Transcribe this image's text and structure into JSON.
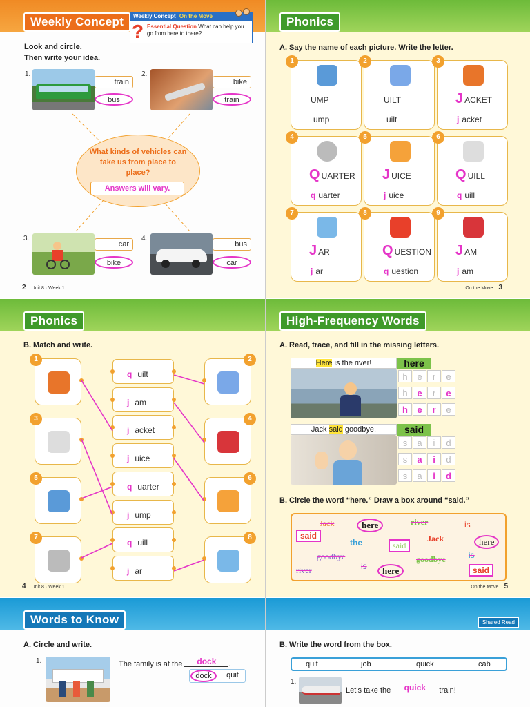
{
  "weekly": {
    "title": "Weekly Concept",
    "badge_label": "Weekly Concept",
    "badge_topic": "On the Move",
    "eq_label": "Essential Question",
    "eq_text": "What can help you go from here to there?",
    "instr1": "Look and circle.",
    "instr2": "Then write your idea.",
    "items": [
      {
        "num": "1.",
        "opt1": "train",
        "opt2": "bus"
      },
      {
        "num": "2.",
        "opt1": "bike",
        "opt2": "train"
      },
      {
        "num": "3.",
        "opt1": "car",
        "opt2": "bike"
      },
      {
        "num": "4.",
        "opt1": "bus",
        "opt2": "car"
      }
    ],
    "question": "What kinds of vehicles can take us from place to place?",
    "answer": "Answers will vary.",
    "footer_num": "2",
    "footer_text": "Unit 8 · Week 1"
  },
  "phonics1": {
    "title": "Phonics",
    "instr": "A. Say the name of each picture. Write the letter.",
    "cards": [
      {
        "n": "1",
        "big_letter": "",
        "big_rest": "UMP",
        "small_letter": "",
        "small_rest": "ump"
      },
      {
        "n": "2",
        "big_letter": "",
        "big_rest": "UILT",
        "small_letter": "",
        "small_rest": "uilt"
      },
      {
        "n": "3",
        "big_letter": "J",
        "big_rest": "ACKET",
        "small_letter": "j",
        "small_rest": "acket"
      },
      {
        "n": "4",
        "big_letter": "Q",
        "big_rest": "UARTER",
        "small_letter": "q",
        "small_rest": "uarter"
      },
      {
        "n": "5",
        "big_letter": "J",
        "big_rest": "UICE",
        "small_letter": "j",
        "small_rest": "uice"
      },
      {
        "n": "6",
        "big_letter": "Q",
        "big_rest": "UILL",
        "small_letter": "q",
        "small_rest": "uill"
      },
      {
        "n": "7",
        "big_letter": "J",
        "big_rest": "AR",
        "small_letter": "j",
        "small_rest": "ar"
      },
      {
        "n": "8",
        "big_letter": "Q",
        "big_rest": "UESTION",
        "small_letter": "q",
        "small_rest": "uestion"
      },
      {
        "n": "9",
        "big_letter": "J",
        "big_rest": "AM",
        "small_letter": "j",
        "small_rest": "am"
      }
    ],
    "footer_text": "On the Move",
    "footer_num": "3"
  },
  "phonics2": {
    "title": "Phonics",
    "instr": "B. Match and write.",
    "left_nums": [
      "1",
      "3",
      "5",
      "7"
    ],
    "right_nums": [
      "2",
      "4",
      "6",
      "8"
    ],
    "words": [
      {
        "l": "q",
        "rest": "uilt"
      },
      {
        "l": "j",
        "rest": "am"
      },
      {
        "l": "j",
        "rest": "acket"
      },
      {
        "l": "j",
        "rest": "uice"
      },
      {
        "l": "q",
        "rest": "uarter"
      },
      {
        "l": "j",
        "rest": "ump"
      },
      {
        "l": "q",
        "rest": "uill"
      },
      {
        "l": "j",
        "rest": "ar"
      }
    ],
    "footer_num": "4",
    "footer_text": "Unit 8 · Week 1"
  },
  "hf": {
    "title": "High-Frequency Words",
    "instrA": "A. Read, trace, and fill in the missing letters.",
    "s1_pre": "",
    "s1_word": "Here",
    "s1_post": " is the river!",
    "w1": "here",
    "rows1": [
      [
        "h",
        "e",
        "r",
        "e"
      ],
      [
        "h",
        "e",
        "r",
        "e"
      ],
      [
        "h",
        "e",
        "r",
        "e"
      ]
    ],
    "s2_pre": "Jack ",
    "s2_word": "said",
    "s2_post": " goodbye.",
    "w2": "said",
    "rows2": [
      [
        "s",
        "a",
        "i",
        "d"
      ],
      [
        "s",
        "a",
        "i",
        "d"
      ],
      [
        "s",
        "a",
        "i",
        "d"
      ]
    ],
    "instrB": "B. Circle the word “here.” Draw a box around “said.”",
    "cloud": [
      "Jack",
      "here",
      "river",
      "is",
      "said",
      "the",
      "said",
      "Jack",
      "here",
      "goodbye",
      "goodbye",
      "is",
      "river",
      "is",
      "here",
      "said"
    ],
    "footer_text": "On the Move",
    "footer_num": "5"
  },
  "wtk": {
    "title": "Words to Know",
    "instr": "A. Circle and write.",
    "num": "1.",
    "sentence": "The family is at the",
    "answer": "dock",
    "opt1": "dock",
    "opt2": "quit"
  },
  "sr": {
    "tag": "Shared Read",
    "instr": "B. Write the word from the box.",
    "box": [
      "quit",
      "job",
      "quick",
      "cab"
    ],
    "num": "1.",
    "pre": "Let’s take the",
    "answer": "quick",
    "post": "train!"
  }
}
